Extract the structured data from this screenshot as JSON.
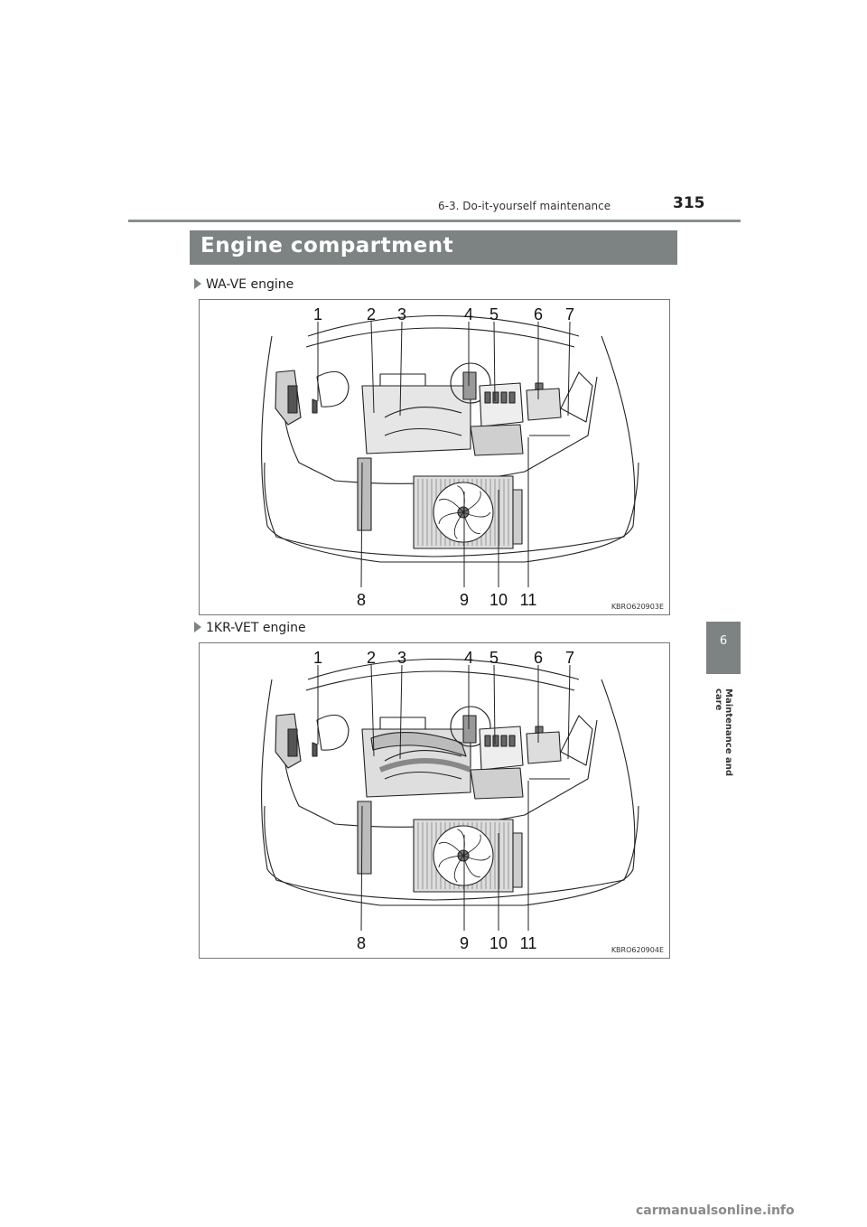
{
  "header": {
    "section_title": "6-3. Do-it-yourself maintenance",
    "page_number": "315"
  },
  "title": "Engine compartment",
  "side_tab": {
    "chapter_number": "6",
    "chapter_label": "Maintenance and care"
  },
  "figures": [
    {
      "label": "WA-VE engine",
      "code": "KBRO620903E",
      "callouts": [
        "1",
        "2",
        "3",
        "4",
        "5",
        "6",
        "7",
        "8",
        "9",
        "10",
        "11"
      ]
    },
    {
      "label": "1KR-VET engine",
      "code": "KBRO620904E",
      "callouts": [
        "1",
        "2",
        "3",
        "4",
        "5",
        "6",
        "7",
        "8",
        "9",
        "10",
        "11"
      ]
    }
  ],
  "watermark": "carmanualsonline.info",
  "icons": {
    "bullet": "triangle-right-icon"
  }
}
